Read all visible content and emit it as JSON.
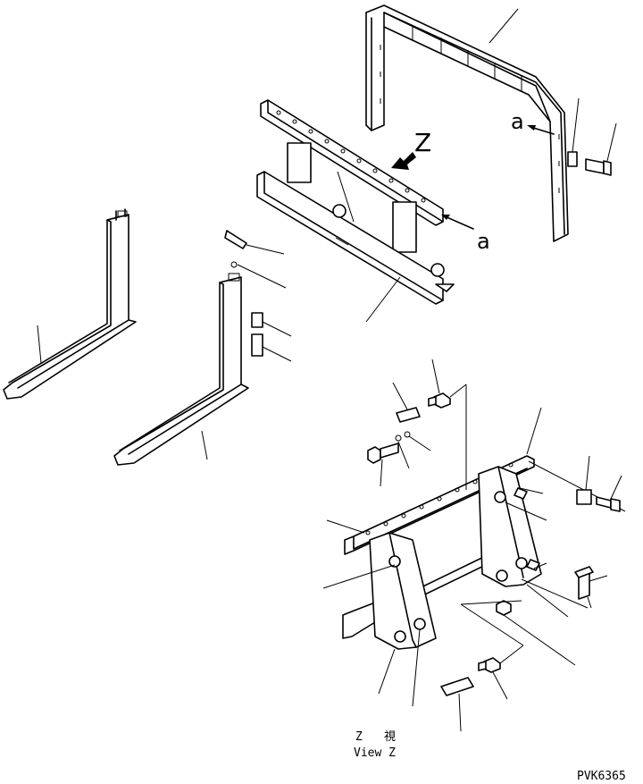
{
  "labels": {
    "view_arrow": "Z",
    "section_a_top": "a",
    "section_a_mid": "a",
    "view_jp_z": "Z",
    "view_jp_kanji": "視",
    "view_en": "View Z",
    "drawing_code": "PVK6365"
  }
}
